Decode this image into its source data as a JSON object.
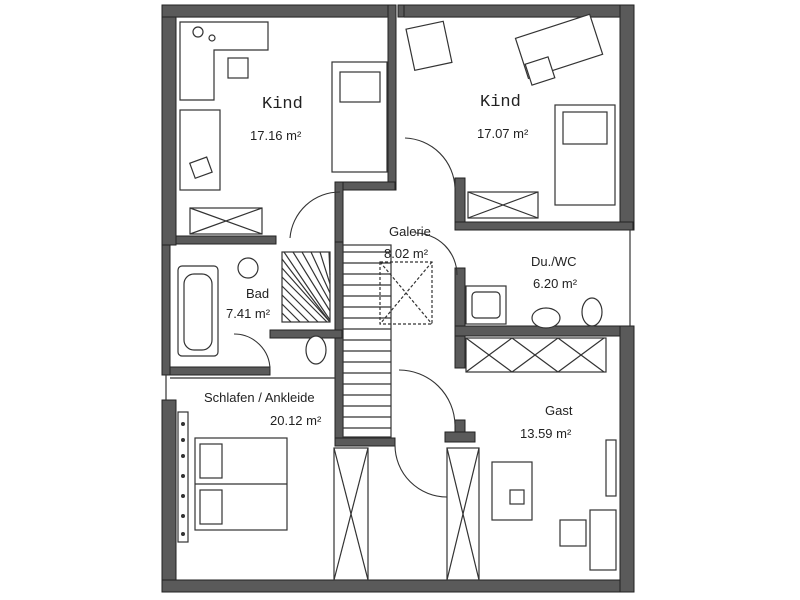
{
  "rooms": {
    "kind_left": {
      "name": "Kind",
      "area": "17.16 m²"
    },
    "kind_right": {
      "name": "Kind",
      "area": "17.07 m²"
    },
    "galerie": {
      "name": "Galerie",
      "area": "8.02 m²"
    },
    "du_wc": {
      "name": "Du./WC",
      "area": "6.20 m²"
    },
    "bad": {
      "name": "Bad",
      "area": "7.41 m²"
    },
    "schlafen": {
      "name": "Schlafen / Ankleide",
      "area": "20.12 m²"
    },
    "gast": {
      "name": "Gast",
      "area": "13.59 m²"
    }
  }
}
